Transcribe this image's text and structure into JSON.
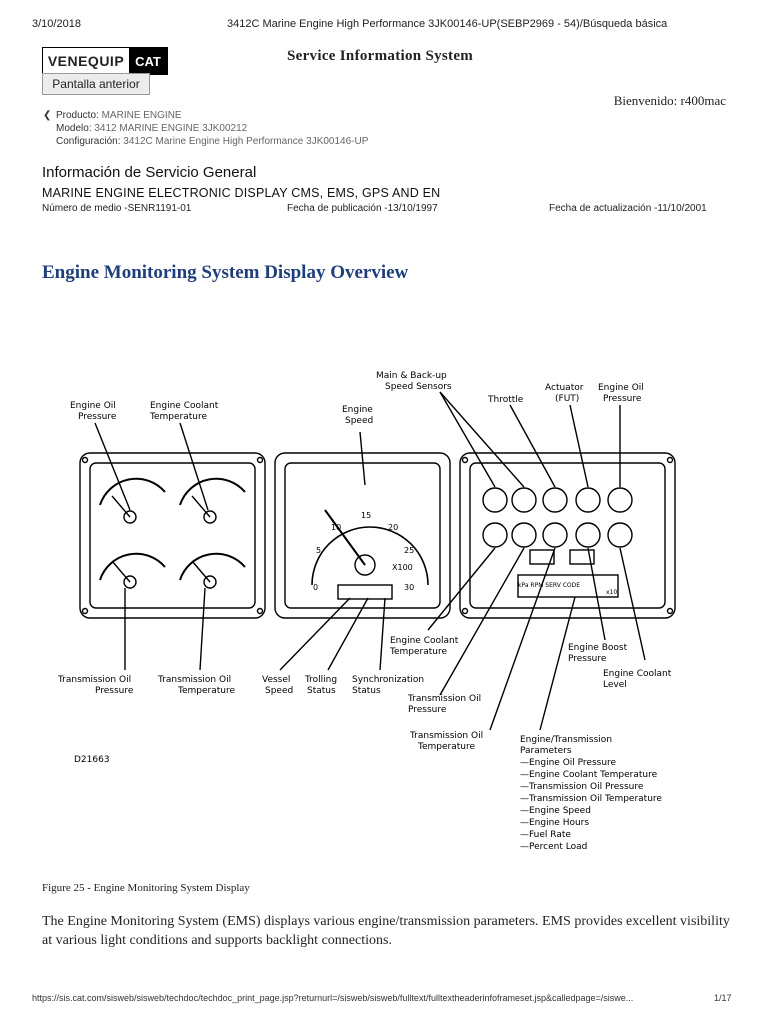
{
  "print_header": {
    "date": "3/10/2018",
    "title": "3412C Marine Engine High Performance 3JK00146-UP(SEBP2969 - 54)/Búsqueda básica"
  },
  "header": {
    "logo_text": "VENEQUIP",
    "logo_brand": "CAT",
    "system_title": "Service Information System",
    "back_button": "Pantalla anterior",
    "welcome": "Bienvenido: r400mac"
  },
  "product": {
    "product_label": "Producto:",
    "product_value": "MARINE ENGINE",
    "model_label": "Modelo:",
    "model_value": "3412 MARINE ENGINE 3JK00212",
    "config_label": "Configuración:",
    "config_value": "3412C Marine Engine High Performance 3JK00146-UP"
  },
  "document": {
    "section_title": "Información de Servicio General",
    "subtitle": "MARINE ENGINE ELECTRONIC DISPLAY CMS, EMS, GPS AND EN",
    "media_number": "Número de medio -SENR1191-01",
    "publication_date": "Fecha de publicación -13/10/1997",
    "update_date": "Fecha de actualización -11/10/2001",
    "heading": "Engine Monitoring System Display Overview",
    "caption": "Figure 25 - Engine Monitoring System Display",
    "paragraph": "The Engine Monitoring System (EMS) displays various engine/transmission parameters. EMS provides excellent visibility at various light conditions and supports backlight connections."
  },
  "figure": {
    "labels": {
      "eop_1": "Engine Oil",
      "eop_2": "Pressure",
      "ect_1": "Engine Coolant",
      "ect_2": "Temperature",
      "spd_1": "Engine",
      "spd_2": "Speed",
      "sens_1": "Main & Back-up",
      "sens_2": "Speed Sensors",
      "thr": "Throttle",
      "act_1": "Actuator",
      "act_2": "(FUT)",
      "eop2_1": "Engine Oil",
      "eop2_2": "Pressure",
      "top_1": "Transmission Oil",
      "top_2": "Pressure",
      "tot_1": "Transmission Oil",
      "tot_2": "Temperature",
      "vs_1": "Vessel",
      "vs_2": "Speed",
      "tr_1": "Trolling",
      "tr_2": "Status",
      "sy_1": "Synchronization",
      "sy_2": "Status",
      "ect2_1": "Engine Coolant",
      "ect2_2": "Temperature",
      "top2_1": "Transmission Oil",
      "top2_2": "Pressure",
      "tot2_1": "Transmission Oil",
      "tot2_2": "Temperature",
      "boost_1": "Engine Boost",
      "boost_2": "Pressure",
      "level_1": "Engine Coolant",
      "level_2": "Level",
      "param_1": "Engine/Transmission",
      "param_2": "Parameters",
      "param_3": "—Engine Oil Pressure",
      "param_4": "—Engine Coolant Temperature",
      "param_5": "—Transmission Oil Pressure",
      "param_6": "—Transmission Oil Temperature",
      "param_7": "—Engine Speed",
      "param_8": "—Engine Hours",
      "param_9": "—Fuel Rate",
      "param_10": "—Percent Load",
      "code": "D21663",
      "lcd_units": "kPa RPM SERV CODE",
      "lcd_x": "x10",
      "tach_x": "X100"
    },
    "tach_numbers": [
      "0",
      "5",
      "10",
      "15",
      "20",
      "25",
      "30"
    ]
  },
  "footer": {
    "url": "https://sis.cat.com/sisweb/sisweb/techdoc/techdoc_print_page.jsp?returnurl=/sisweb/sisweb/fulltext/fulltextheaderinfoframeset.jsp&calledpage=/siswe...",
    "page": "1/17"
  }
}
